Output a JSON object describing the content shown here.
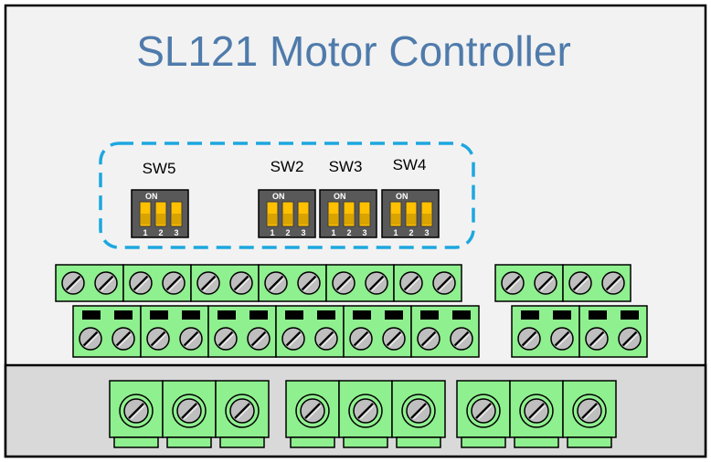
{
  "title": "SL121 Motor Controller",
  "switches": [
    {
      "label": "SW5",
      "on_label": "ON",
      "positions": [
        "1",
        "2",
        "3"
      ]
    },
    {
      "label": "SW2",
      "on_label": "ON",
      "positions": [
        "1",
        "2",
        "3"
      ]
    },
    {
      "label": "SW3",
      "on_label": "ON",
      "positions": [
        "1",
        "2",
        "3"
      ]
    },
    {
      "label": "SW4",
      "on_label": "ON",
      "positions": [
        "1",
        "2",
        "3"
      ]
    }
  ],
  "colors": {
    "title": "#4f7bab",
    "panel": "#f2f2f2",
    "lower_band": "#d9d9d9",
    "terminal_green": "#8ff08f",
    "dip_body": "#595959",
    "dip_slot": "#ffc000",
    "dip_lever": "#d9a300",
    "dashed_highlight": "#1da7e0",
    "screw": "#bfbfbf"
  },
  "terminals": {
    "upper_rows": {
      "main": 6,
      "side": 2
    },
    "lower_rows": {
      "main": 6,
      "side": 2
    },
    "power_groups": 3,
    "power_positions_per_group": 3
  }
}
